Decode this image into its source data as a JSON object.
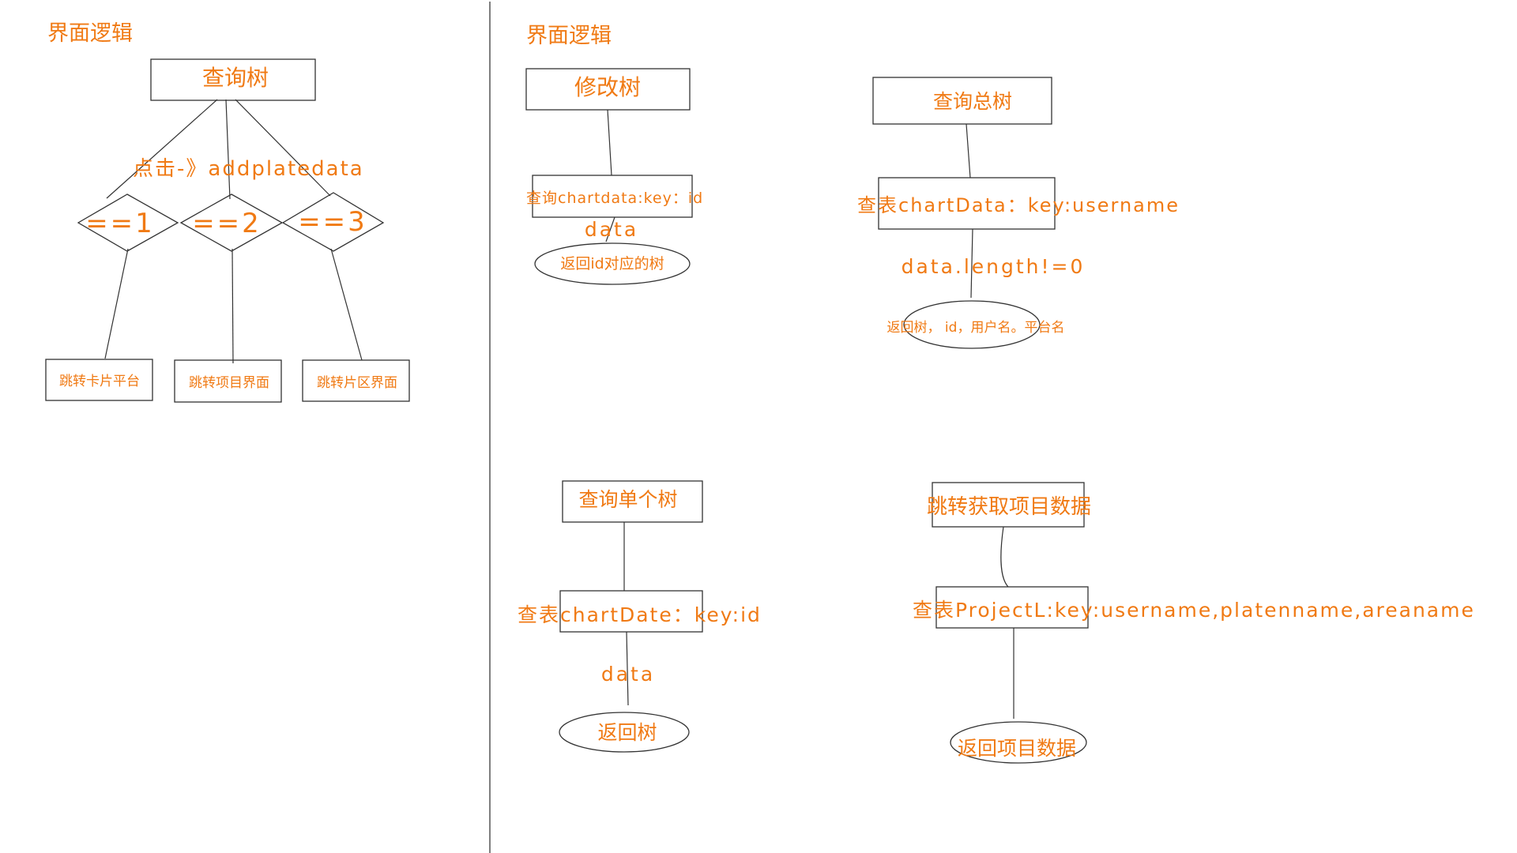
{
  "colors": {
    "text": "#f07a14",
    "stroke": "#333333",
    "background": "#ffffff"
  },
  "left_panel": {
    "section_title": "界面逻辑",
    "root": "查询树",
    "click_label": "点击-》addplatedata",
    "conditions": [
      "==1",
      "==2",
      "==3"
    ],
    "targets": [
      "跳转卡片平台",
      "跳转项目界面",
      "跳转片区界面"
    ]
  },
  "right_panel": {
    "section_title": "界面逻辑",
    "modify_tree": {
      "title": "修改树",
      "query": "查询chartdata:key：id",
      "edge_label": "data",
      "result": "返回id对应的树"
    },
    "total_tree": {
      "title": "查询总树",
      "query": "查表chartData：key:username",
      "edge_label": "data.length!=0",
      "result": "返回树， id，用户名。平台名"
    },
    "single_tree": {
      "title": "查询单个树",
      "query": "查表chartDate：key:id",
      "edge_label": "data",
      "result": "返回树"
    },
    "project_data": {
      "title": "跳转获取项目数据",
      "query": "查表ProjectL:key:username,platenname,areaname",
      "result": "返回项目数据"
    }
  }
}
